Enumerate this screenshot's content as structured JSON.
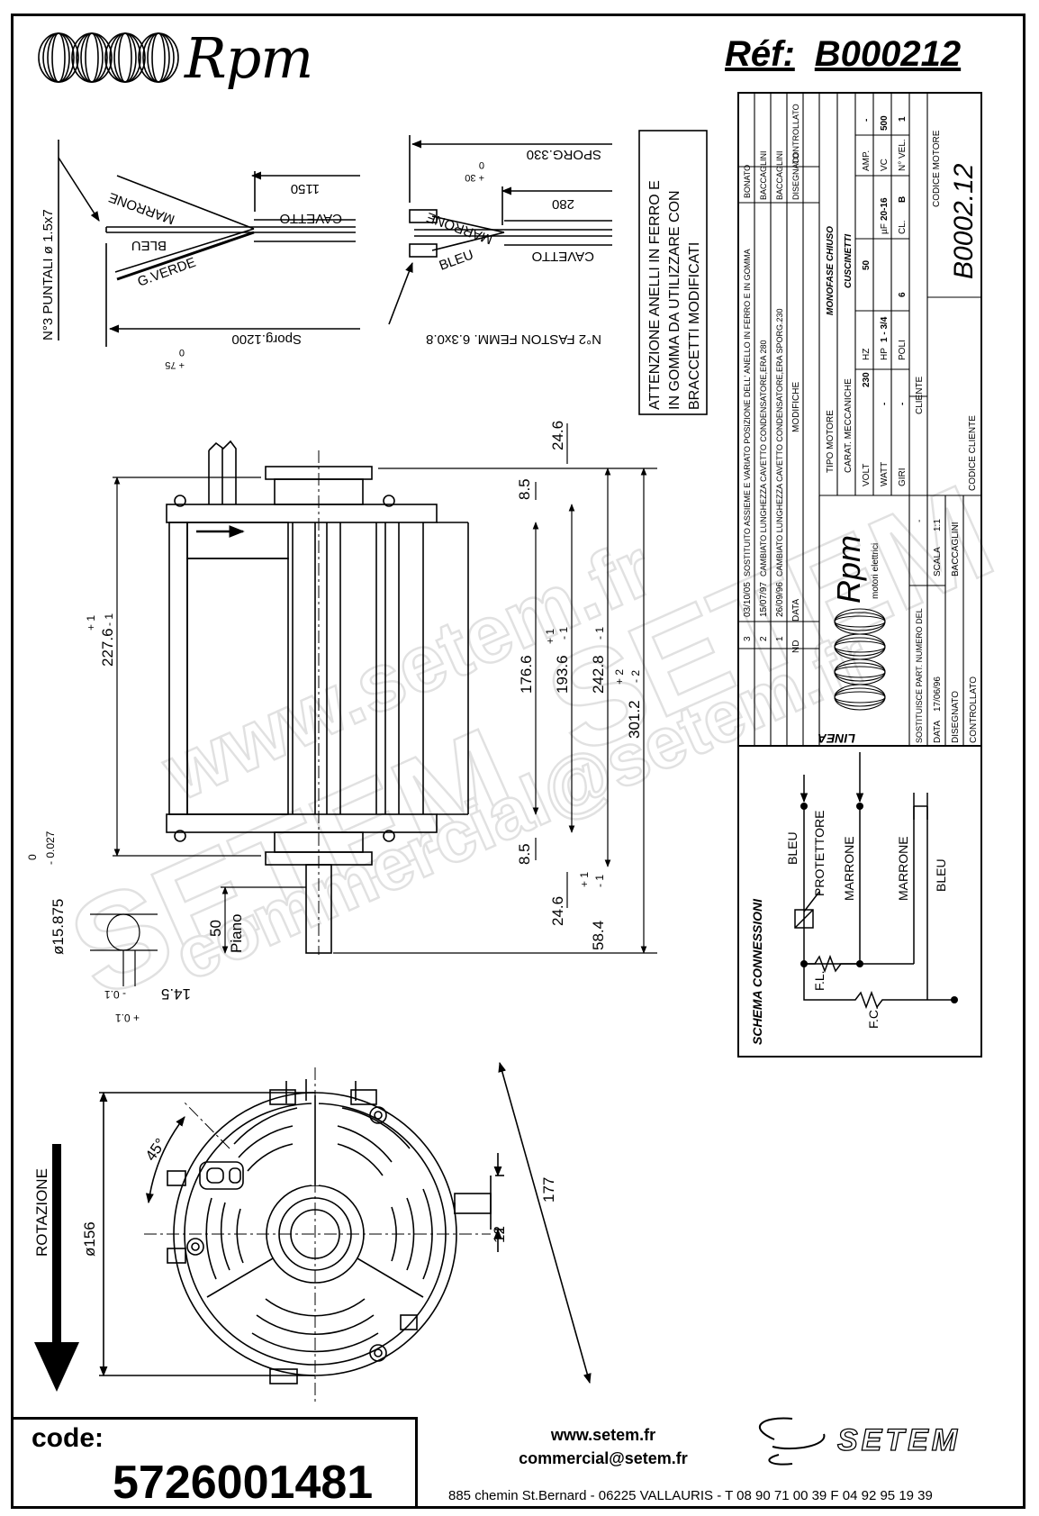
{
  "header": {
    "brand": "Rpm",
    "ref_label": "Réf:",
    "ref_value": "B000212"
  },
  "cable_left": {
    "puntali": "N°3 PUNTALI ø 1.5x7",
    "marrone": "MARRONE",
    "bleu": "BLEU",
    "gverde": "G.VERDE",
    "cavetto": "CAVETTO",
    "dim_1150": "1150",
    "sporg": "Sporg.1200",
    "sporg_tol_plus": "+ 75",
    "sporg_tol_zero": "0"
  },
  "cable_right": {
    "sporg": "SPORG.330",
    "sporg_tol_plus": "+ 30",
    "sporg_tol_zero": "0",
    "marrone": "MARRONE",
    "bleu": "BLEU",
    "cavetto": "CAVETTO",
    "dim_280": "280",
    "fastons": "N°2 FASTON FEMM. 6.3x0.8"
  },
  "warning_note": {
    "line1": "ATTENZIONE ANELLI IN FERRO E",
    "line2": "IN GOMMA DA UTILIZZARE CON",
    "line3": "BRACCETTI MODIFICATI"
  },
  "motor_dims": {
    "d_227": "227.6",
    "d_227_tol_plus": "+ 1",
    "d_227_tol_minus": "- 1",
    "d_24_top": "24.6",
    "d_8_top": "8.5",
    "d_176": "176.6",
    "d_193": "193.6",
    "d_193_tol_plus": "+ 1",
    "d_193_tol_minus": "- 1",
    "d_242": "242.8",
    "d_242_tol_minus": "- 1",
    "d_301": "301.2",
    "d_301_tol_plus": "+ 2",
    "d_301_tol_minus": "- 2",
    "d_8_bot": "8.5",
    "d_24_bot": "24.6",
    "d_58": "58.4",
    "d_58_tol_plus": "+ 1",
    "d_58_tol_minus": "- 1",
    "d_50": "50",
    "piano": "Piano",
    "shaft_dia": "ø15.875",
    "shaft_tol_zero": "0",
    "shaft_tol_minus": "- 0.027",
    "flat": "14.5",
    "flat_tol_minus": "- 0.1",
    "flat_tol_plus": "+ 0.1"
  },
  "front_view": {
    "rotazione": "ROTAZIONE",
    "angle": "45°",
    "dia_156": "ø156",
    "dim_177": "177",
    "dim_12": "12"
  },
  "title_block": {
    "revisions": [
      {
        "n": "3",
        "date": "03/10/05",
        "desc": "SOSTITUITO ASSIEME E VARIATO POSIZIONE DELL' ANELLO IN FERRO E IN GOMMA",
        "sign": "BONATO"
      },
      {
        "n": "2",
        "date": "15/07/97",
        "desc": "CAMBIATO LUNGHEZZA CAVETTO CONDENSATORE,ERA 280",
        "sign": "BACCAGLINI"
      },
      {
        "n": "1",
        "date": "26/09/96",
        "desc": "CAMBIATO LUNGHEZZA CAVETTO CONDENSATORE,ERA SPORG.230",
        "sign": "BACCAGLINI"
      }
    ],
    "hdr_nd": "ND",
    "hdr_data": "DATA",
    "hdr_modifiche": "MODIFICHE",
    "hdr_disegnato": "DISEGNATO",
    "hdr_controllato": "CONTROLLATO",
    "logo_sub": "motori elettrici",
    "tipo_motore_label": "TIPO MOTORE",
    "tipo_motore_value": "MONOFASE CHIUSO",
    "carat_label": "CARAT. MECCANICHE",
    "carat_value": "CUSCINETTI",
    "volt_label": "VOLT",
    "volt_value": "230",
    "hz_label": "HZ",
    "hz_value": "50",
    "amp_label": "AMP.",
    "amp_value": "-",
    "watt_label": "WATT",
    "watt_value": "-",
    "hp_label": "HP",
    "hp_value": "1 - 3/4",
    "uf_label": "µF",
    "uf_value": "20-16",
    "vc_label": "VC",
    "vc_value": "500",
    "giri_label": "GIRI",
    "giri_value": "-",
    "poli_label": "POLI",
    "poli_value": "6",
    "cl_label": "CL.",
    "cl_value": "B",
    "nvel_label": "N° VEL.",
    "nvel_value": "1",
    "cliente_label": "CLIENTE",
    "codice_motore_label": "CODICE MOTORE",
    "codice_motore_value": "B0002.12",
    "codice_cliente_label": "CODICE CLIENTE",
    "sostituisce_label": "SOSTITUISCE PART. NUMERO DEL",
    "sostituisce_value": "-",
    "data_label": "DATA",
    "data_value": "17/06/96",
    "scala_label": "SCALA",
    "scala_value": "1:1",
    "disegnato_label": "DISEGNATO",
    "disegnato_value": "BACCAGLINI",
    "controllato_label": "CONTROLLATO"
  },
  "schema": {
    "title": "SCHEMA CONNESSIONI",
    "linea": "LINEA",
    "bleu1": "BLEU",
    "protettore": "PROTETTORE",
    "marrone1": "MARRONE",
    "marrone2": "MARRONE",
    "bleu2": "BLEU",
    "fl": "F.L.",
    "fc": "F.C."
  },
  "watermark": {
    "web": "www.setem.fr",
    "brand": "SETEM",
    "mail": "commercial@setem.fr"
  },
  "footer": {
    "code_label": "code:",
    "code_value": "5726001481",
    "website": "www.setem.fr",
    "email": "commercial@setem.fr",
    "brand": "SETEM",
    "address": "885 chemin St.Bernard  -  06225 VALLAURIS  -  T 08 90 71 00 39   F 04 92 95 19 39"
  }
}
